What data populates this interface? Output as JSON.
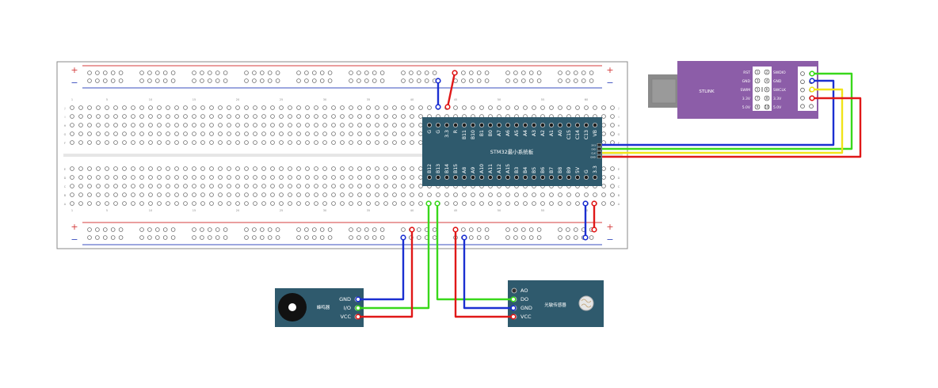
{
  "colors": {
    "breadboard": "#ffffff",
    "breadboard_border": "#8a8a8a",
    "rail_plus": "#d43c3c",
    "rail_minus": "#3a4fbf",
    "hole": "#6b6b6b",
    "stm32_board": "#2f5a6d",
    "stlink_board": "#8c5da8",
    "usb": "#8a8a8a",
    "module_board": "#2f5a6d",
    "wire_blue": "#1b2fd1",
    "wire_red": "#e01818",
    "wire_green": "#39d81b",
    "wire_yellow": "#f0e419"
  },
  "breadboard": {
    "plus_symbol": "+",
    "minus_symbol": "−",
    "top_row_letters": [
      "J",
      "I",
      "H",
      "G",
      "F"
    ],
    "bottom_row_letters": [
      "E",
      "D",
      "C",
      "B",
      "A"
    ],
    "column_numbers": [
      "1",
      "5",
      "10",
      "15",
      "20",
      "25",
      "30",
      "35",
      "40",
      "45",
      "50",
      "55",
      "60"
    ]
  },
  "stm32": {
    "title": "STM32最小系统板",
    "top_pins": [
      "G",
      "G",
      "3.3",
      "R",
      "B11",
      "B10",
      "B1",
      "B0",
      "A7",
      "A6",
      "A5",
      "A4",
      "A3",
      "A2",
      "A1",
      "A0",
      "C15",
      "C14",
      "C13",
      "VB"
    ],
    "bottom_pins": [
      "B12",
      "B13",
      "B14",
      "B15",
      "A8",
      "A9",
      "A10",
      "A11",
      "A12",
      "A15",
      "B3",
      "B4",
      "B5",
      "B6",
      "B7",
      "B8",
      "B9",
      "5V",
      "G",
      "3.3"
    ],
    "debug_pins": [
      "3V3",
      "DIO",
      "CLK",
      "GND"
    ]
  },
  "stlink": {
    "label": "STLINK",
    "left_labels": [
      "RST",
      "GND",
      "SWIM",
      "3.3V",
      "5.0V"
    ],
    "left_pin_numbers": [
      "1",
      "3",
      "5",
      "7",
      "9"
    ],
    "right_pin_numbers": [
      "2",
      "4",
      "6",
      "8",
      "10"
    ],
    "right_labels": [
      "SWDIO",
      "GND",
      "SWCLK",
      "3.3V",
      "5.0V"
    ]
  },
  "buzzer": {
    "title": "蜂鸣器",
    "pins": [
      "GND",
      "I/O",
      "VCC"
    ]
  },
  "light_sensor": {
    "title": "光敏传感器",
    "pins": [
      "AO",
      "DO",
      "GND",
      "VCC"
    ]
  }
}
